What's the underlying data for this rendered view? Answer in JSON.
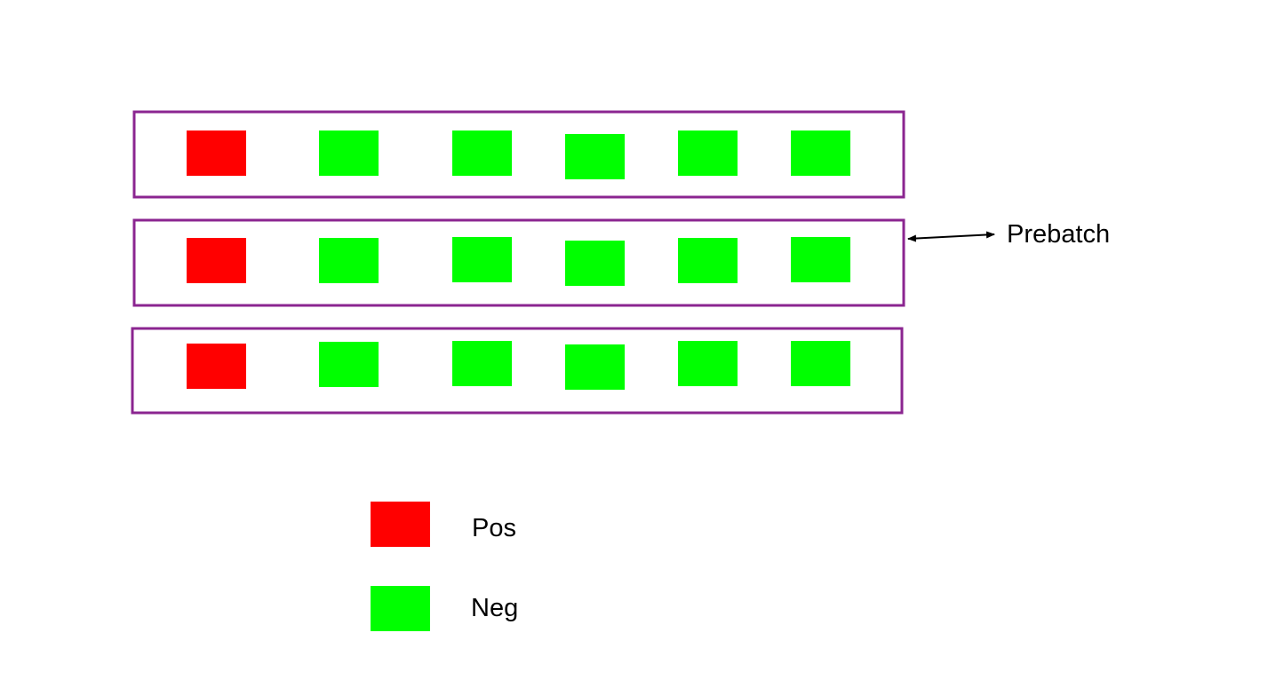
{
  "colors": {
    "batch_border": "#8b2590",
    "pos": "#ff0000",
    "neg": "#00ff00",
    "arrow": "#000000",
    "background": "#ffffff"
  },
  "batches": [
    {
      "items": [
        "pos",
        "neg",
        "neg",
        "neg",
        "neg",
        "neg"
      ]
    },
    {
      "items": [
        "pos",
        "neg",
        "neg",
        "neg",
        "neg",
        "neg"
      ]
    },
    {
      "items": [
        "pos",
        "neg",
        "neg",
        "neg",
        "neg",
        "neg"
      ]
    }
  ],
  "annotation": {
    "label": "Prebatch",
    "icon": "double-arrow-icon"
  },
  "legend": [
    {
      "kind": "pos",
      "label": "Pos"
    },
    {
      "kind": "neg",
      "label": "Neg"
    }
  ]
}
